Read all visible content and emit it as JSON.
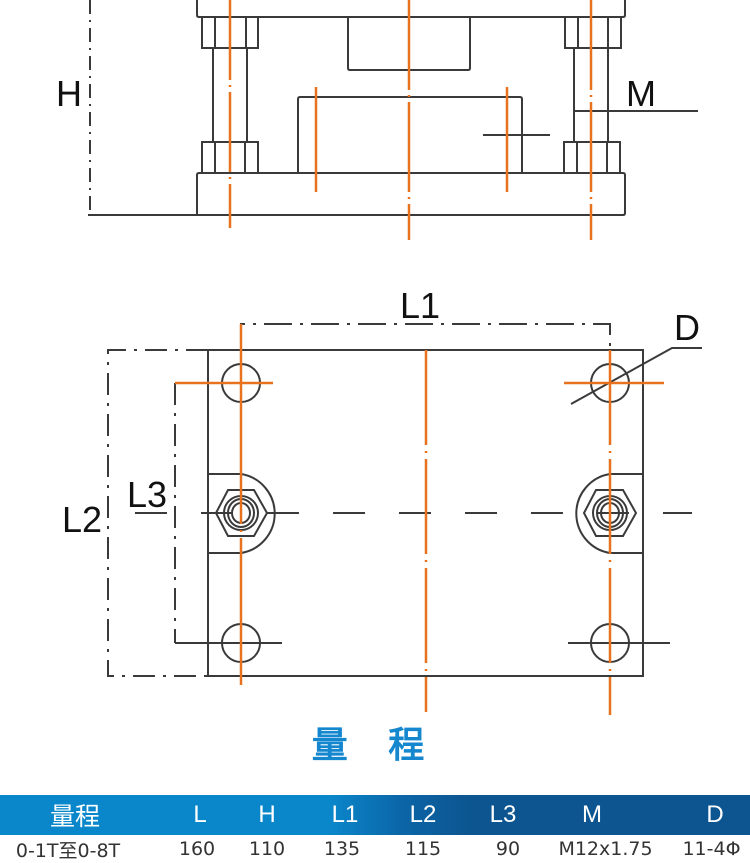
{
  "drawing": {
    "side_view_labels": {
      "height": "H",
      "thread": "M"
    },
    "top_view_labels": {
      "length1": "L1",
      "diameter": "D",
      "width2": "L2",
      "width3": "L3"
    },
    "colors": {
      "outline": "#3a3a3a",
      "centerline": "#e8721e",
      "text": "#111111"
    }
  },
  "section_title": "量 程",
  "spec_table": {
    "header_colors": {
      "left": "#0a87ca",
      "right": "#0c5590"
    },
    "columns": [
      "量程",
      "L",
      "H",
      "L1",
      "L2",
      "L3",
      "M",
      "D"
    ],
    "rows": [
      [
        "0-1T至0-8T",
        "160",
        "110",
        "135",
        "115",
        "90",
        "M12x1.75",
        "11-4Φ"
      ]
    ]
  }
}
